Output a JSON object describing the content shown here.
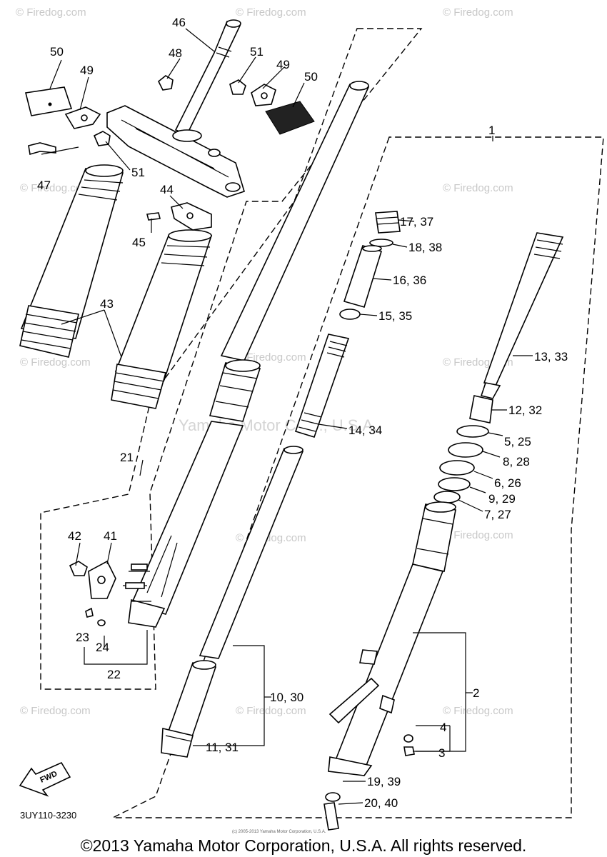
{
  "watermark": {
    "site": "© Firedog.com",
    "center": "Yamaha Motor Corp., U.S.A."
  },
  "labels": {
    "p1": "1",
    "p2": "2",
    "p3": "3",
    "p4": "4",
    "p5_25": "5, 25",
    "p6_26": "6, 26",
    "p7_27": "7, 27",
    "p8_28": "8, 28",
    "p9_29": "9, 29",
    "p10_30": "10, 30",
    "p11_31": "11, 31",
    "p12_32": "12, 32",
    "p13_33": "13, 33",
    "p14_34": "14, 34",
    "p15_35": "15, 35",
    "p16_36": "16, 36",
    "p17_37": "17, 37",
    "p18_38": "18, 38",
    "p19_39": "19, 39",
    "p20_40": "20, 40",
    "p21": "21",
    "p22": "22",
    "p23": "23",
    "p24": "24",
    "p41": "41",
    "p42": "42",
    "p43": "43",
    "p44": "44",
    "p45": "45",
    "p46": "46",
    "p47": "47",
    "p48": "48",
    "p49a": "49",
    "p49b": "49",
    "p50a": "50",
    "p50b": "50",
    "p51a": "51",
    "p51b": "51"
  },
  "fwd_label": "FWD",
  "diagram_code": "3UY110-3230",
  "fine_print": "(c) 2005-2013 Yamaha Motor Corporation, U.S.A.",
  "copyright": "©2013 Yamaha Motor Corporation, U.S.A. All rights reserved."
}
